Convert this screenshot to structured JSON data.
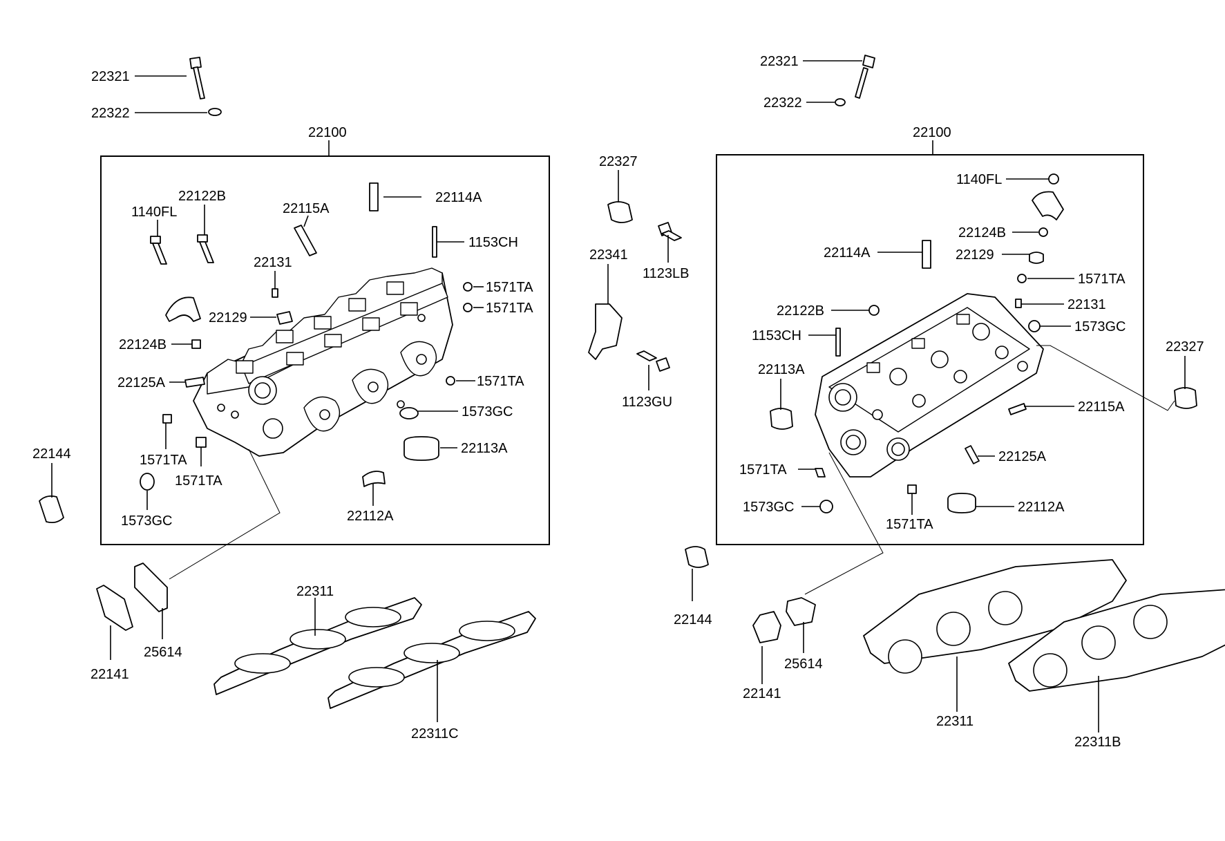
{
  "diagram": {
    "left": {
      "assembly": "22100",
      "labels": [
        "22321",
        "22322",
        "22122B",
        "1140FL",
        "22115A",
        "22114A",
        "1153CH",
        "22131",
        "1571TA",
        "1571TA",
        "22129",
        "22124B",
        "22125A",
        "1571TA",
        "1573GC",
        "22113A",
        "1571TA",
        "1571TA",
        "1573GC",
        "22112A",
        "22144",
        "22311",
        "22141",
        "25614",
        "22311C"
      ]
    },
    "middle": {
      "labels": [
        "22327",
        "1123LB",
        "22341",
        "1123GU",
        "22144"
      ]
    },
    "right": {
      "assembly": "22100",
      "labels": [
        "22321",
        "22322",
        "1140FL",
        "22124B",
        "22114A",
        "22129",
        "1571TA",
        "22122B",
        "22131",
        "1153CH",
        "1573GC",
        "22113A",
        "22327",
        "22115A",
        "22125A",
        "1571TA",
        "1573GC",
        "22112A",
        "1571TA",
        "22141",
        "25614",
        "22311",
        "22311B"
      ]
    }
  }
}
